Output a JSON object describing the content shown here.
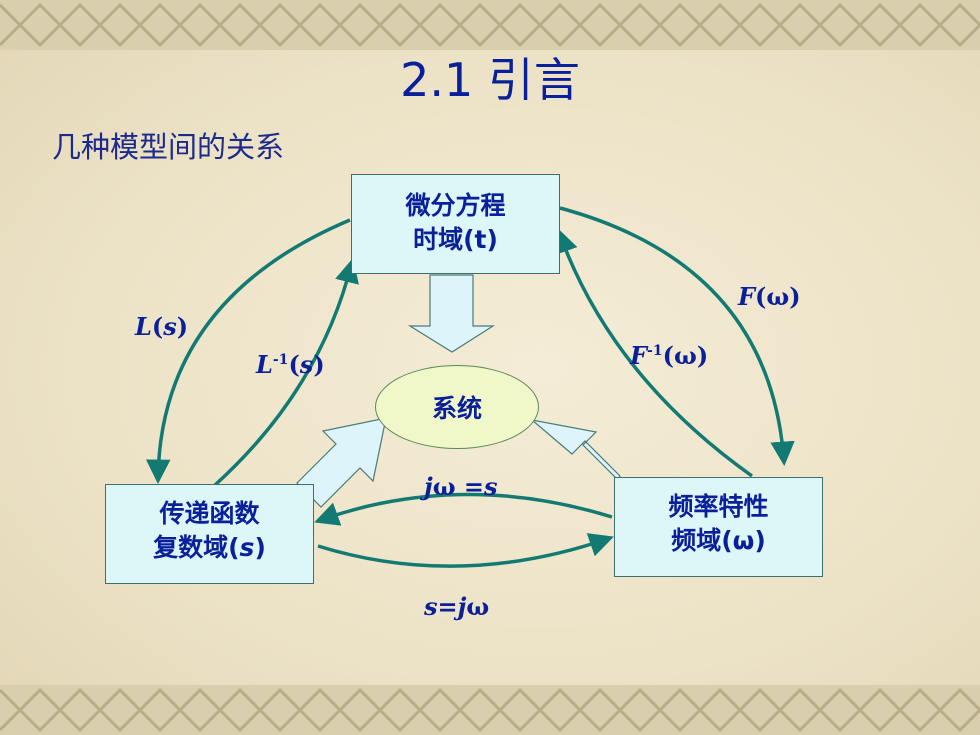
{
  "title": "2.1 引言",
  "subtitle": "几种模型间的关系",
  "nodes": {
    "ode": {
      "line1": "微分方程",
      "line2": "时域(t)"
    },
    "transfer": {
      "line1": "传递函数",
      "line2_prefix": "复数域(",
      "line2_var": "s",
      "line2_suffix": ")"
    },
    "frequency": {
      "line1": "频率特性",
      "line2": "频域(ω)"
    },
    "system": "系统"
  },
  "labels": {
    "laplace": {
      "fn": "L",
      "open": "(",
      "var": "s",
      "close": ")"
    },
    "inv_laplace": {
      "fn": "L",
      "sup": "-1",
      "open": "(",
      "var": "s",
      "close": ")"
    },
    "fourier": {
      "fn": "F",
      "rest": "(ω)"
    },
    "inv_fourier": {
      "fn": "F",
      "sup": "-1",
      "rest": "(ω)"
    },
    "jw_to_s": {
      "j": "j",
      "w": "ω",
      "eq": " =",
      "s": "s"
    },
    "s_to_jw": {
      "s": "s",
      "eq": "=",
      "j": "j",
      "w": "ω"
    }
  },
  "colors": {
    "arrow": "#137a73",
    "block_arrow_fill": "#dcf4fa",
    "node_fill": "#ddf6f8",
    "text": "#0a1f9a"
  }
}
